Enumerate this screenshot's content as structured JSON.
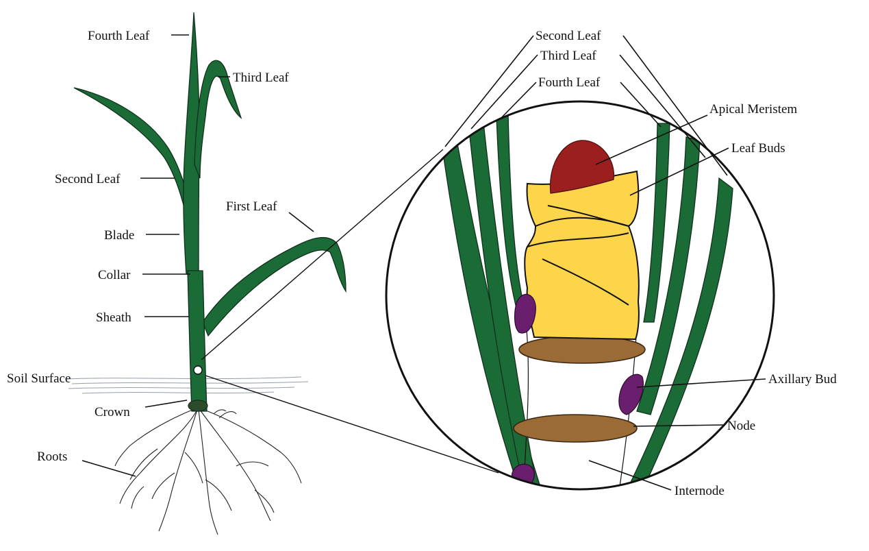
{
  "diagram": {
    "plant_labels": {
      "fourth_leaf": "Fourth Leaf",
      "third_leaf": "Third Leaf",
      "second_leaf": "Second Leaf",
      "first_leaf": "First Leaf",
      "blade": "Blade",
      "collar": "Collar",
      "sheath": "Sheath",
      "soil_surface": "Soil Surface",
      "crown": "Crown",
      "roots": "Roots"
    },
    "detail_labels": {
      "second_leaf": "Second Leaf",
      "third_leaf": "Third Leaf",
      "fourth_leaf": "Fourth Leaf",
      "apical_meristem": "Apical Meristem",
      "leaf_buds": "Leaf Buds",
      "axillary_bud": "Axillary Bud",
      "node": "Node",
      "internode": "Internode"
    },
    "colors": {
      "leaf_green": "#1a6b36",
      "meristem_red": "#9c1f1f",
      "leaf_bud_yellow": "#fdd54a",
      "node_brown": "#9a6b35",
      "axillary_purple": "#6a1e6e",
      "outline": "#111111"
    }
  }
}
